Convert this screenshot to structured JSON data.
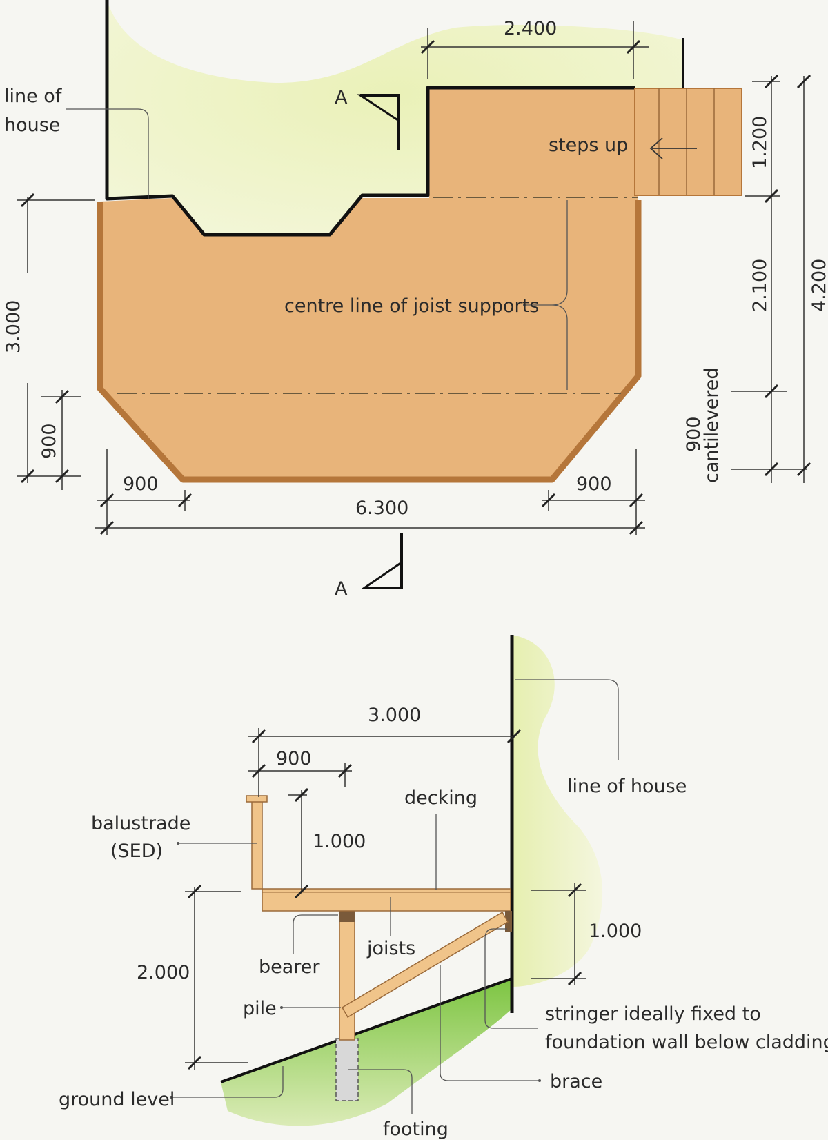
{
  "plan": {
    "line_of_house_1": "line of",
    "line_of_house_2": "house",
    "section_mark_top": "A",
    "section_mark_bottom": "A",
    "steps_up": "steps up",
    "centre_line": "centre line of joist supports",
    "dim_2400": "2.400",
    "dim_1200": "1.200",
    "dim_2100": "2.100",
    "dim_4200": "4.200",
    "dim_3000": "3.000",
    "dim_900_left": "900",
    "dim_900_bottom_left": "900",
    "dim_900_bottom_right": "900",
    "dim_6300": "6.300",
    "dim_900_cant": "900",
    "cantilevered": "cantilevered"
  },
  "section": {
    "dim_3000": "3.000",
    "dim_900": "900",
    "dim_1000_top": "1.000",
    "dim_2000": "2.000",
    "dim_1000_right": "1.000",
    "balustrade_1": "balustrade",
    "balustrade_2": "(SED)",
    "decking": "decking",
    "joists": "joists",
    "bearer": "bearer",
    "pile": "pile",
    "line_of_house": "line of house",
    "stringer_1": "stringer ideally fixed to",
    "stringer_2": "foundation wall below cladding",
    "brace": "brace",
    "ground_level": "ground level",
    "footing": "footing"
  },
  "colors": {
    "deck_fill": "#e8b47a",
    "deck_edge": "#b5763a",
    "lawn": "#eef3c6",
    "grass": "#7cc43a",
    "timber": "#f0c48a"
  }
}
